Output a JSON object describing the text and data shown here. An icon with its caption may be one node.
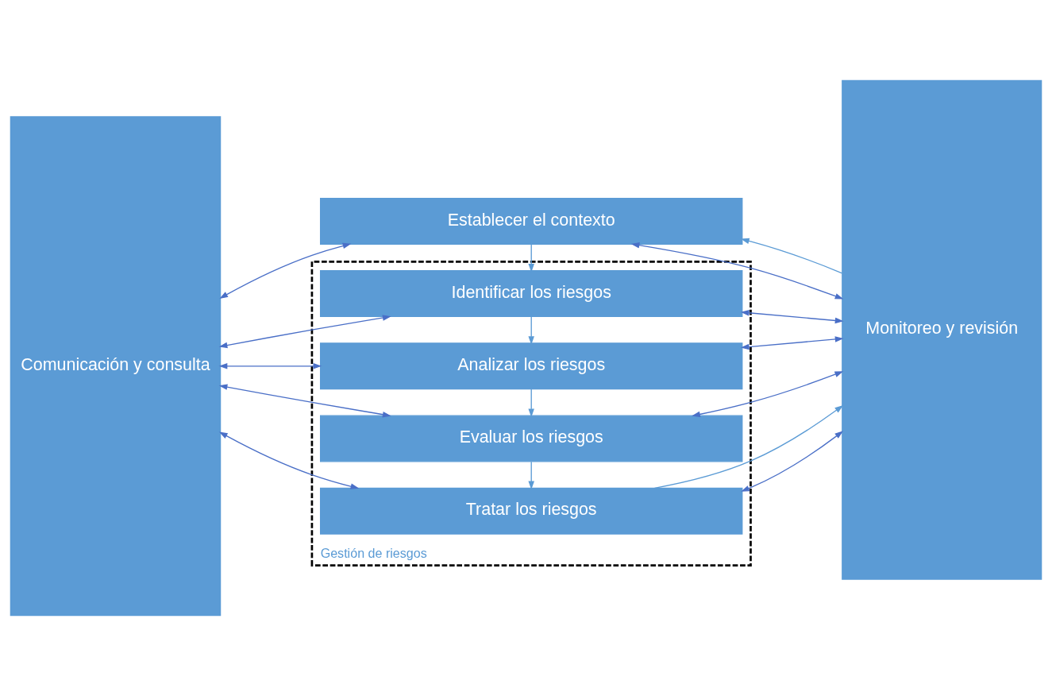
{
  "diagram": {
    "nodes": [
      {
        "text": [
          "Comunicación y consulta"
        ]
      },
      {
        "text": [
          "Establecer el contexto"
        ]
      },
      {
        "text": [
          "Gestión de riesgos"
        ]
      },
      {
        "text": [
          "Identificar los riesgos"
        ],
        "in": 2
      },
      {
        "text": [
          "Analizar los riesgos"
        ],
        "in": 2
      },
      {
        "text": [
          "Evaluar los riesgos"
        ],
        "in": 2
      },
      {
        "text": [
          "Tratar los riesgos"
        ],
        "in": 2
      },
      {
        "text": [
          "Monitoreo y revisión"
        ]
      }
    ],
    "edges": [
      {
        "from": 0,
        "to": 1,
        "arrow": "both"
      },
      {
        "from": 0,
        "to": 3,
        "arrow": "both"
      },
      {
        "from": 0,
        "to": 4,
        "arrow": "both"
      },
      {
        "from": 0,
        "to": 5,
        "arrow": "both"
      },
      {
        "from": 0,
        "to": 6,
        "arrow": "both"
      },
      {
        "from": 1,
        "to": 7,
        "arrow": "both"
      },
      {
        "from": 3,
        "to": 7,
        "arrow": "both"
      },
      {
        "from": 4,
        "to": 7,
        "arrow": "both"
      },
      {
        "from": 5,
        "to": 7,
        "arrow": "both"
      },
      {
        "from": 6,
        "to": 7,
        "arrow": "both"
      },
      {
        "from": 7,
        "to": 1,
        "arrow": "to",
        "color": "#5b9bd5"
      },
      {
        "from": 1,
        "to": 3,
        "arrow": "to",
        "color": "#5b9bd5"
      },
      {
        "from": 3,
        "to": 4,
        "arrow": "to",
        "color": "#5b9bd5"
      },
      {
        "from": 4,
        "to": 5,
        "arrow": "to",
        "color": "#5b9bd5"
      },
      {
        "from": 5,
        "to": 6,
        "arrow": "to",
        "color": "#5b9bd5"
      },
      {
        "from": 6,
        "to": 7,
        "arrow": "to",
        "color": "#5b9bd5"
      }
    ]
  }
}
